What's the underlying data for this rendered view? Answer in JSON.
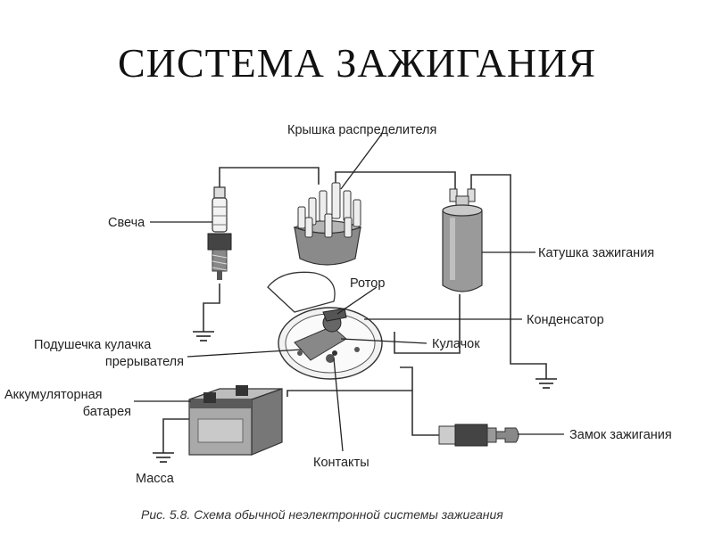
{
  "title": "СИСТЕМА ЗАЖИГАНИЯ",
  "labels": {
    "cap": "Крышка распределителя",
    "spark": "Свеча",
    "coil": "Катушка зажигания",
    "rotor": "Ротор",
    "condenser": "Конденсатор",
    "pad_line1": "Подушечка кулачка",
    "pad_line2": "прерывателя",
    "cam": "Кулачок",
    "battery_line1": "Аккумуляторная",
    "battery_line2": "батарея",
    "switch": "Замок зажигания",
    "contacts": "Контакты",
    "ground": "Масса"
  },
  "caption": "Рис. 5.8. Схема обычной неэлектронной системы зажигания"
}
